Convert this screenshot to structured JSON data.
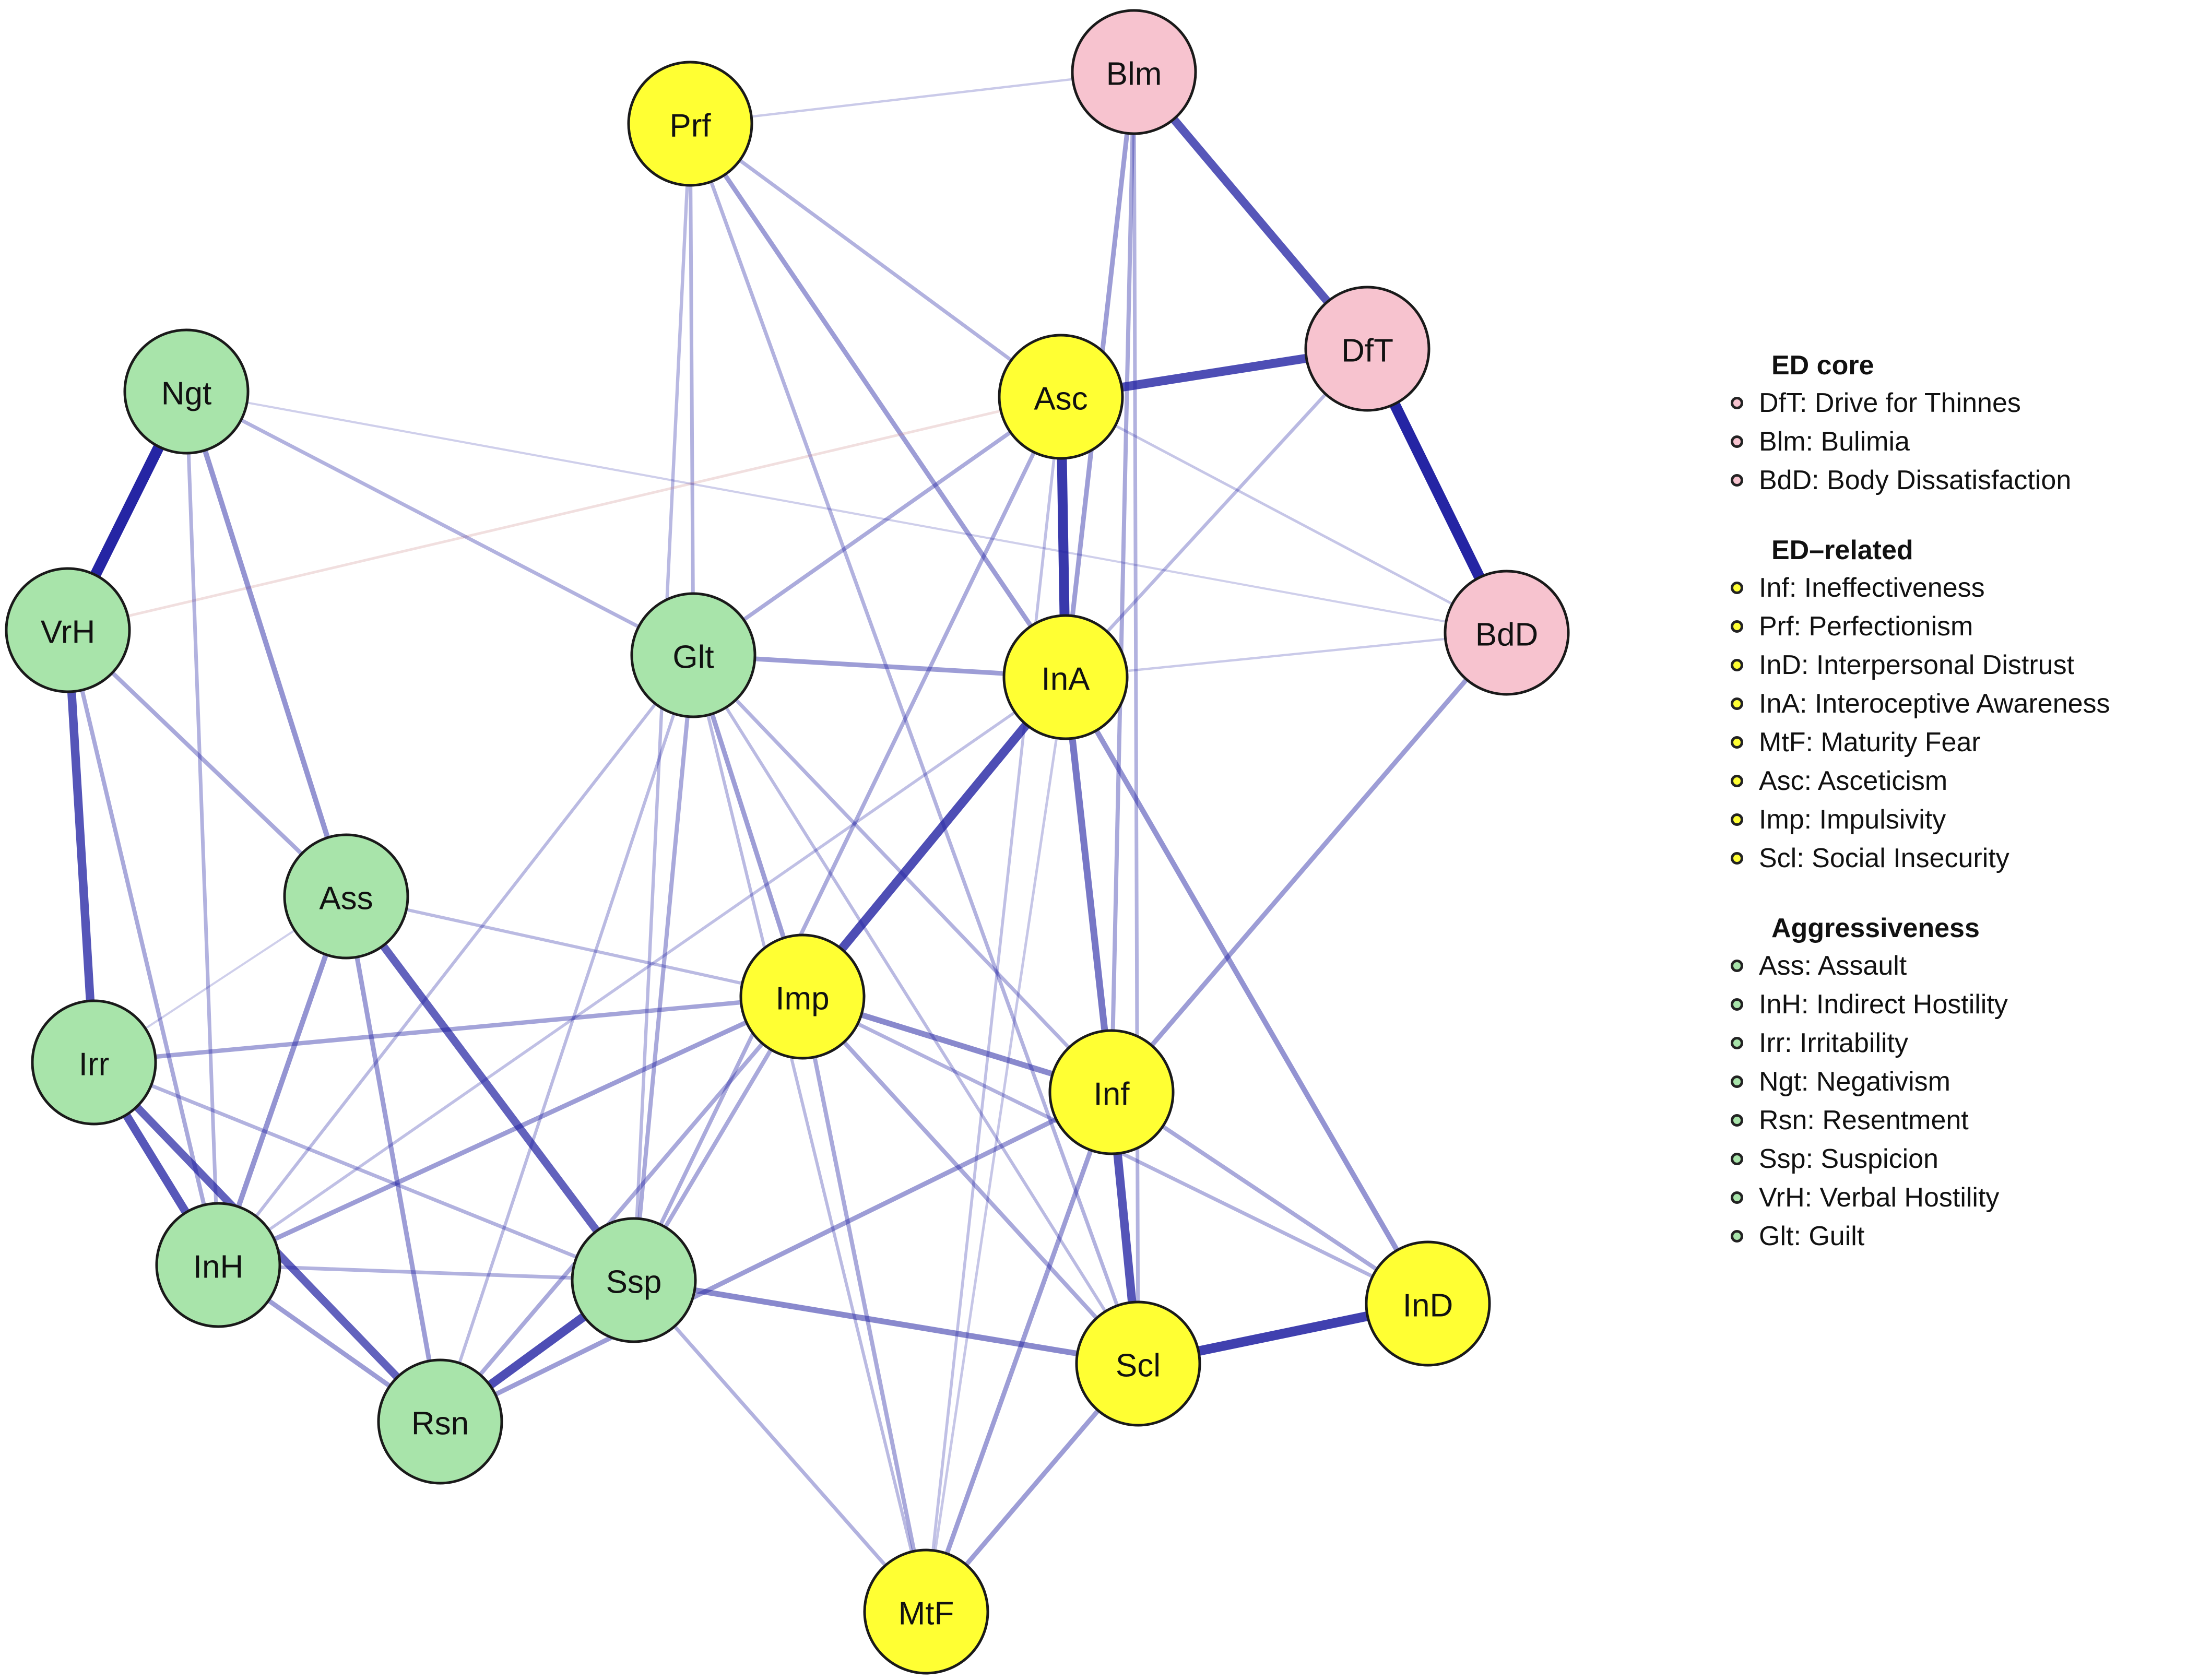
{
  "colors": {
    "edcore": "#f7c3cf",
    "edrelated": "#ffff33",
    "aggr": "#a8e4aa",
    "node_stroke": "#1a1a1a",
    "edge_pos": "#1c1ca0",
    "edge_neg": "#c97f7f"
  },
  "nodes": [
    {
      "id": "Blm",
      "group": "edcore"
    },
    {
      "id": "DfT",
      "group": "edcore"
    },
    {
      "id": "BdD",
      "group": "edcore"
    },
    {
      "id": "Prf",
      "group": "edrelated"
    },
    {
      "id": "Asc",
      "group": "edrelated"
    },
    {
      "id": "InA",
      "group": "edrelated"
    },
    {
      "id": "Imp",
      "group": "edrelated"
    },
    {
      "id": "Inf",
      "group": "edrelated"
    },
    {
      "id": "InD",
      "group": "edrelated"
    },
    {
      "id": "Scl",
      "group": "edrelated"
    },
    {
      "id": "MtF",
      "group": "edrelated"
    },
    {
      "id": "Ngt",
      "group": "aggr"
    },
    {
      "id": "VrH",
      "group": "aggr"
    },
    {
      "id": "Glt",
      "group": "aggr"
    },
    {
      "id": "Ass",
      "group": "aggr"
    },
    {
      "id": "Irr",
      "group": "aggr"
    },
    {
      "id": "InH",
      "group": "aggr"
    },
    {
      "id": "Ssp",
      "group": "aggr"
    },
    {
      "id": "Rsn",
      "group": "aggr"
    }
  ],
  "edges": [
    {
      "source": "Blm",
      "target": "DfT",
      "weight": 0.7,
      "sign": "positive"
    },
    {
      "source": "DfT",
      "target": "Asc",
      "weight": 0.75,
      "sign": "positive"
    },
    {
      "source": "DfT",
      "target": "BdD",
      "weight": 0.95,
      "sign": "positive"
    },
    {
      "source": "Ngt",
      "target": "VrH",
      "weight": 0.95,
      "sign": "positive"
    },
    {
      "source": "VrH",
      "target": "Irr",
      "weight": 0.72,
      "sign": "positive"
    },
    {
      "source": "Asc",
      "target": "InA",
      "weight": 0.85,
      "sign": "positive"
    },
    {
      "source": "InA",
      "target": "Imp",
      "weight": 0.75,
      "sign": "positive"
    },
    {
      "source": "Scl",
      "target": "InD",
      "weight": 0.82,
      "sign": "positive"
    },
    {
      "source": "Irr",
      "target": "InH",
      "weight": 0.7,
      "sign": "positive"
    },
    {
      "source": "Irr",
      "target": "Rsn",
      "weight": 0.65,
      "sign": "positive"
    },
    {
      "source": "Ass",
      "target": "Ssp",
      "weight": 0.65,
      "sign": "positive"
    },
    {
      "source": "Ssp",
      "target": "Rsn",
      "weight": 0.75,
      "sign": "positive"
    },
    {
      "source": "Inf",
      "target": "Scl",
      "weight": 0.72,
      "sign": "positive"
    },
    {
      "source": "InA",
      "target": "Inf",
      "weight": 0.55,
      "sign": "positive"
    },
    {
      "source": "Blm",
      "target": "Inf",
      "weight": 0.3,
      "sign": "positive"
    },
    {
      "source": "Blm",
      "target": "InA",
      "weight": 0.35,
      "sign": "positive"
    },
    {
      "source": "Blm",
      "target": "Scl",
      "weight": 0.25,
      "sign": "positive"
    },
    {
      "source": "Blm",
      "target": "Prf",
      "weight": 0.12,
      "sign": "positive"
    },
    {
      "source": "Prf",
      "target": "Asc",
      "weight": 0.25,
      "sign": "positive"
    },
    {
      "source": "Prf",
      "target": "InA",
      "weight": 0.35,
      "sign": "positive"
    },
    {
      "source": "Prf",
      "target": "Glt",
      "weight": 0.25,
      "sign": "positive"
    },
    {
      "source": "Prf",
      "target": "Scl",
      "weight": 0.25,
      "sign": "positive"
    },
    {
      "source": "Prf",
      "target": "Ssp",
      "weight": 0.22,
      "sign": "positive"
    },
    {
      "source": "Asc",
      "target": "Glt",
      "weight": 0.28,
      "sign": "positive"
    },
    {
      "source": "Asc",
      "target": "Ssp",
      "weight": 0.28,
      "sign": "positive"
    },
    {
      "source": "Asc",
      "target": "BdD",
      "weight": 0.15,
      "sign": "positive"
    },
    {
      "source": "Asc",
      "target": "MtF",
      "weight": 0.18,
      "sign": "positive"
    },
    {
      "source": "Asc",
      "target": "VrH",
      "weight": 0.15,
      "sign": "negative"
    },
    {
      "source": "DfT",
      "target": "InA",
      "weight": 0.22,
      "sign": "positive"
    },
    {
      "source": "BdD",
      "target": "Inf",
      "weight": 0.35,
      "sign": "positive"
    },
    {
      "source": "BdD",
      "target": "InA",
      "weight": 0.12,
      "sign": "positive"
    },
    {
      "source": "BdD",
      "target": "Ngt",
      "weight": 0.1,
      "sign": "positive"
    },
    {
      "source": "Glt",
      "target": "InA",
      "weight": 0.35,
      "sign": "positive"
    },
    {
      "source": "Glt",
      "target": "Ngt",
      "weight": 0.25,
      "sign": "positive"
    },
    {
      "source": "Glt",
      "target": "Imp",
      "weight": 0.35,
      "sign": "positive"
    },
    {
      "source": "Glt",
      "target": "Ssp",
      "weight": 0.3,
      "sign": "positive"
    },
    {
      "source": "Glt",
      "target": "Inf",
      "weight": 0.25,
      "sign": "positive"
    },
    {
      "source": "Glt",
      "target": "Rsn",
      "weight": 0.2,
      "sign": "positive"
    },
    {
      "source": "Glt",
      "target": "InH",
      "weight": 0.2,
      "sign": "positive"
    },
    {
      "source": "Glt",
      "target": "Scl",
      "weight": 0.2,
      "sign": "positive"
    },
    {
      "source": "Glt",
      "target": "MtF",
      "weight": 0.2,
      "sign": "positive"
    },
    {
      "source": "Ngt",
      "target": "Ass",
      "weight": 0.4,
      "sign": "positive"
    },
    {
      "source": "Ngt",
      "target": "InH",
      "weight": 0.25,
      "sign": "positive"
    },
    {
      "source": "VrH",
      "target": "Ass",
      "weight": 0.3,
      "sign": "positive"
    },
    {
      "source": "VrH",
      "target": "InH",
      "weight": 0.3,
      "sign": "positive"
    },
    {
      "source": "Irr",
      "target": "Imp",
      "weight": 0.32,
      "sign": "positive"
    },
    {
      "source": "Irr",
      "target": "Ssp",
      "weight": 0.25,
      "sign": "positive"
    },
    {
      "source": "Irr",
      "target": "Ass",
      "weight": 0.1,
      "sign": "positive"
    },
    {
      "source": "Ass",
      "target": "InH",
      "weight": 0.4,
      "sign": "positive"
    },
    {
      "source": "Ass",
      "target": "Rsn",
      "weight": 0.35,
      "sign": "positive"
    },
    {
      "source": "Ass",
      "target": "Imp",
      "weight": 0.2,
      "sign": "positive"
    },
    {
      "source": "InH",
      "target": "Rsn",
      "weight": 0.35,
      "sign": "positive"
    },
    {
      "source": "InH",
      "target": "Ssp",
      "weight": 0.25,
      "sign": "positive"
    },
    {
      "source": "InH",
      "target": "Imp",
      "weight": 0.35,
      "sign": "positive"
    },
    {
      "source": "InH",
      "target": "InA",
      "weight": 0.18,
      "sign": "positive"
    },
    {
      "source": "Ssp",
      "target": "Scl",
      "weight": 0.45,
      "sign": "positive"
    },
    {
      "source": "Ssp",
      "target": "Imp",
      "weight": 0.3,
      "sign": "positive"
    },
    {
      "source": "Ssp",
      "target": "MtF",
      "weight": 0.25,
      "sign": "positive"
    },
    {
      "source": "Rsn",
      "target": "Imp",
      "weight": 0.3,
      "sign": "positive"
    },
    {
      "source": "Rsn",
      "target": "Inf",
      "weight": 0.35,
      "sign": "positive"
    },
    {
      "source": "Imp",
      "target": "Inf",
      "weight": 0.45,
      "sign": "positive"
    },
    {
      "source": "Imp",
      "target": "Scl",
      "weight": 0.3,
      "sign": "positive"
    },
    {
      "source": "Imp",
      "target": "InD",
      "weight": 0.25,
      "sign": "positive"
    },
    {
      "source": "Imp",
      "target": "MtF",
      "weight": 0.3,
      "sign": "positive"
    },
    {
      "source": "InA",
      "target": "InD",
      "weight": 0.4,
      "sign": "positive"
    },
    {
      "source": "InA",
      "target": "MtF",
      "weight": 0.15,
      "sign": "positive"
    },
    {
      "source": "Inf",
      "target": "InD",
      "weight": 0.3,
      "sign": "positive"
    },
    {
      "source": "Inf",
      "target": "MtF",
      "weight": 0.35,
      "sign": "positive"
    },
    {
      "source": "Scl",
      "target": "MtF",
      "weight": 0.35,
      "sign": "positive"
    }
  ],
  "legend": [
    {
      "title": "ED core",
      "group": "edcore",
      "items": [
        "DfT: Drive for Thinnes",
        "Blm: Bulimia",
        "BdD: Body Dissatisfaction"
      ]
    },
    {
      "title": "ED–related",
      "group": "edrelated",
      "items": [
        "Inf: Ineffectiveness",
        "Prf: Perfectionism",
        "InD: Interpersonal Distrust",
        "InA: Interoceptive Awareness",
        "MtF: Maturity Fear",
        "Asc: Asceticism",
        "Imp: Impulsivity",
        "Scl: Social Insecurity"
      ]
    },
    {
      "title": "Aggressiveness",
      "group": "aggr",
      "items": [
        "Ass: Assault",
        "InH: Indirect Hostility",
        "Irr: Irritability",
        "Ngt: Negativism",
        "Rsn: Resentment",
        "Ssp: Suspicion",
        "VrH: Verbal Hostility",
        "Glt: Guilt"
      ]
    }
  ]
}
